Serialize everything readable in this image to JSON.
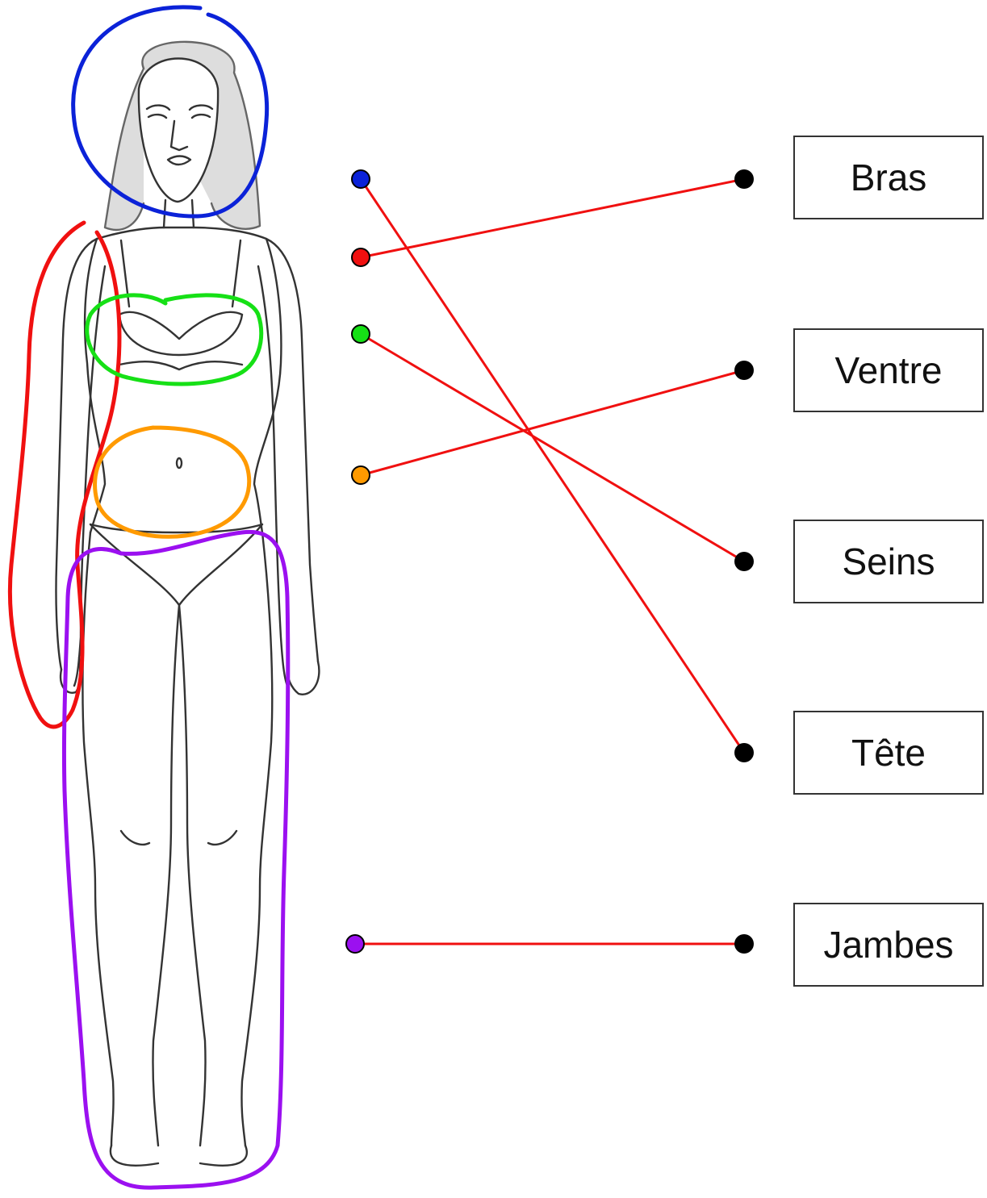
{
  "labels": [
    {
      "id": "bras",
      "text": "Bras"
    },
    {
      "id": "ventre",
      "text": "Ventre"
    },
    {
      "id": "seins",
      "text": "Seins"
    },
    {
      "id": "tete",
      "text": "Tête"
    },
    {
      "id": "jambes",
      "text": "Jambes"
    }
  ],
  "regions": [
    {
      "id": "head",
      "color": "#0b22d8"
    },
    {
      "id": "arm",
      "color": "#f01010"
    },
    {
      "id": "chest",
      "color": "#16e016"
    },
    {
      "id": "belly",
      "color": "#ff9a00"
    },
    {
      "id": "legs",
      "color": "#9b10f0"
    }
  ],
  "connections": [
    {
      "from": "head",
      "to": "tete"
    },
    {
      "from": "arm",
      "to": "bras"
    },
    {
      "from": "chest",
      "to": "seins"
    },
    {
      "from": "belly",
      "to": "ventre"
    },
    {
      "from": "legs",
      "to": "jambes"
    }
  ],
  "connector_color": "#f01010",
  "endpoint_color": "#000000"
}
